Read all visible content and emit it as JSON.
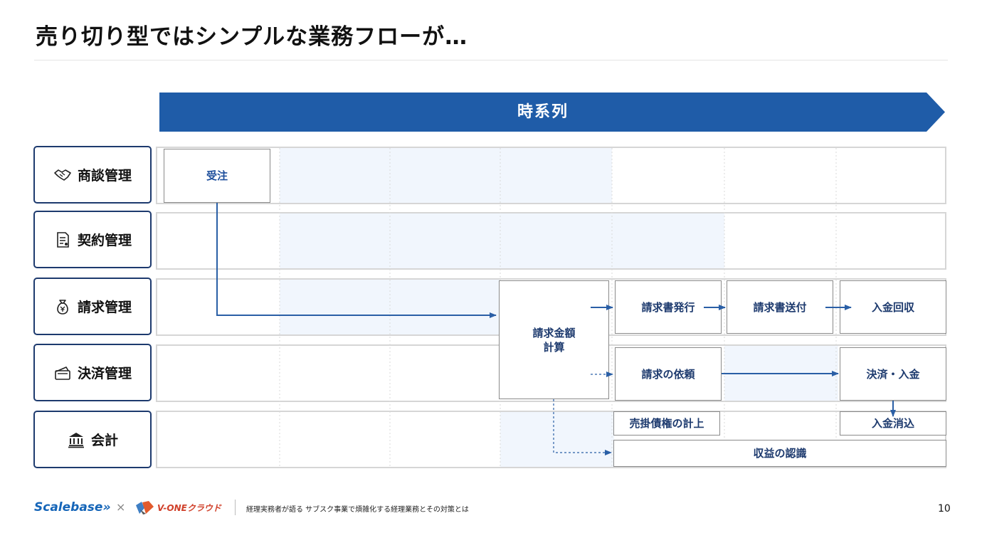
{
  "title": "売り切り型ではシンプルな業務フローが…",
  "timeline": {
    "label": "時系列"
  },
  "rows": [
    {
      "label": "商談管理",
      "icon": "handshake-icon"
    },
    {
      "label": "契約管理",
      "icon": "contract-document-icon"
    },
    {
      "label": "請求管理",
      "icon": "money-bag-icon"
    },
    {
      "label": "決済管理",
      "icon": "wallet-card-icon"
    },
    {
      "label": "会計",
      "icon": "bank-icon"
    }
  ],
  "boxes": {
    "order": "受注",
    "calc_line1": "請求金額",
    "calc_line2": "計算",
    "invoice_issue": "請求書発行",
    "invoice_send": "請求書送付",
    "collection": "入金回収",
    "payment_request": "請求の依頼",
    "settlement": "決済・入金",
    "receivable": "売掛債権の計上",
    "clearing": "入金消込",
    "revenue": "収益の認識"
  },
  "footer": {
    "brand1": "Scalebase»",
    "times": "×",
    "brand2": "V-ONEクラウド",
    "caption": "経理実務者が語る サブスク事業で煩雑化する経理業務とその対策とは",
    "page": "10"
  },
  "colors": {
    "timeline_blue": "#1f5ca8",
    "label_border": "#1d3a6e",
    "arrow_blue": "#2a5fa6",
    "highlight": "#f1f6fd"
  }
}
